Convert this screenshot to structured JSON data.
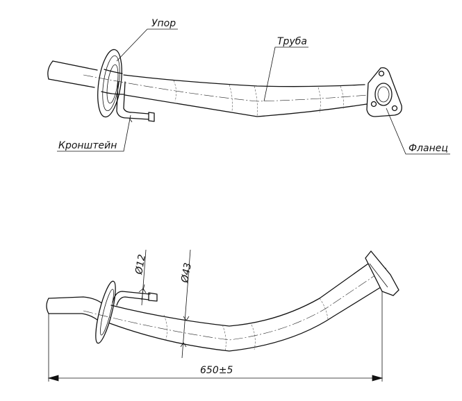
{
  "labels": {
    "stop": "Упор",
    "pipe": "Труба",
    "bracket": "Кронштейн",
    "flange": "Фланец"
  },
  "dimensions": {
    "small_diameter": "Ø12",
    "large_diameter": "Ø43",
    "length": "650±5"
  }
}
